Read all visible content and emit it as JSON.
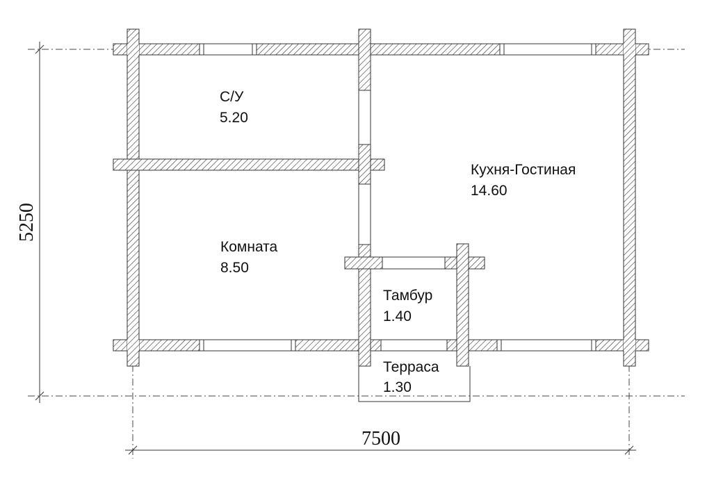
{
  "rooms": [
    {
      "name": "С/У",
      "area": "5.20"
    },
    {
      "name": "Кухня-Гостиная",
      "area": "14.60"
    },
    {
      "name": "Комната",
      "area": "8.50"
    },
    {
      "name": "Тамбур",
      "area": "1.40"
    },
    {
      "name": "Терраса",
      "area": "1.30"
    }
  ],
  "dimensions": {
    "width": "7500",
    "height": "5250"
  },
  "colors": {
    "line": "#333333",
    "background": "#ffffff"
  }
}
